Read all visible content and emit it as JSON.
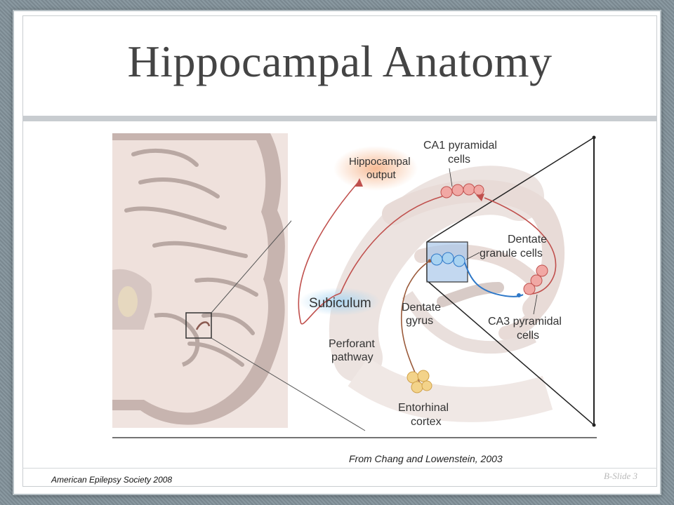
{
  "slide": {
    "title": "Hippocampal Anatomy",
    "credit": "From Chang and Lowenstein, 2003",
    "organization": "American Epilepsy Society 2008",
    "slide_number": "B-Slide 3"
  },
  "diagram": {
    "labels": {
      "ca1_line1": "CA1 pyramidal",
      "ca1_line2": "cells",
      "output_line1": "Hippocampal",
      "output_line2": "output",
      "dentate_granule_line1": "Dentate",
      "dentate_granule_line2": "granule cells",
      "subiculum": "Subiculum",
      "dentate_gyrus_line1": "Dentate",
      "dentate_gyrus_line2": "gyrus",
      "ca3_line1": "CA3 pyramidal",
      "ca3_line2": "cells",
      "perforant_line1": "Perforant",
      "perforant_line2": "pathway",
      "entorhinal_line1": "Entorhinal",
      "entorhinal_line2": "cortex"
    },
    "colors": {
      "pathway_red": "#c0504d",
      "pathway_blue": "#2e78c8",
      "pathway_brown": "#9a5a3a",
      "output_glow": "#f6b48a",
      "subiculum_glow": "#a9d6f2",
      "cortex_gray": "#b9aaa6",
      "white_matter": "#f3e8e4"
    }
  }
}
